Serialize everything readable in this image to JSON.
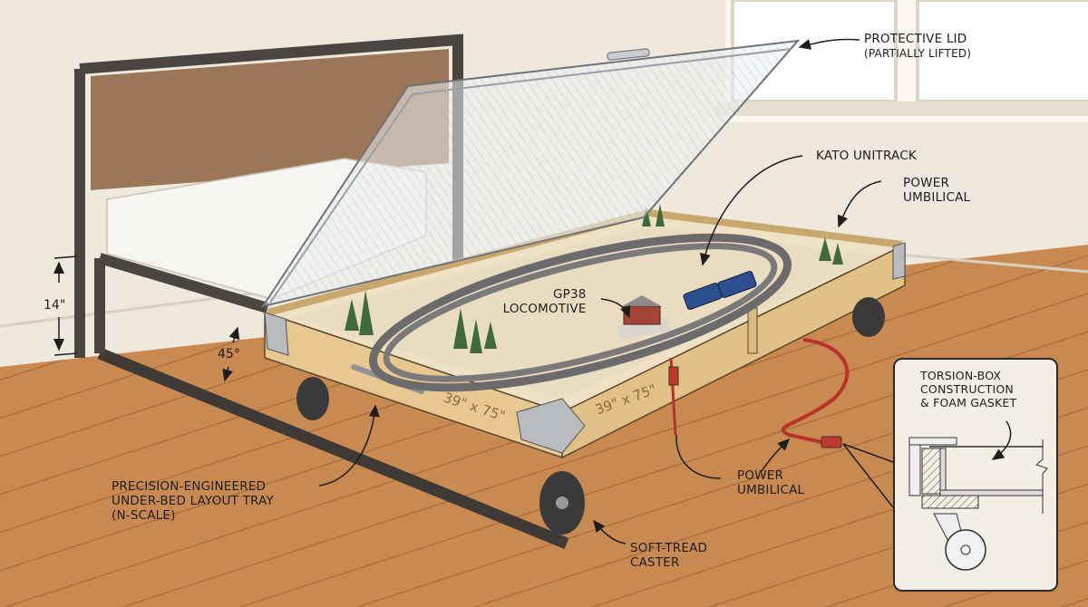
{
  "diagram": {
    "subject": "Under-bed model railroad layout tray",
    "colors": {
      "wall": "#efe8dc",
      "floor": "#c98a52",
      "wood_tray": "#e9cf9e",
      "bed_frame": "#4a4540",
      "track": "#6b6b6b",
      "locomotive": "#2c4f8f",
      "cable": "#b8322a",
      "tree": "#3f6b3a"
    },
    "callouts": {
      "protective_lid": {
        "line1": "PROTECTIVE LID",
        "line2": "(PARTIALLY LIFTED)"
      },
      "kato_unitrack": {
        "line1": "KATO UNITRACK"
      },
      "power_umbilical_top": {
        "line1": "POWER",
        "line2": "UMBILICAL"
      },
      "gp38_locomotive": {
        "line1": "GP38",
        "line2": "LOCOMOTIVE"
      },
      "layout_tray": {
        "line1": "PRECISION-ENGINEERED",
        "line2": "UNDER-BED LAYOUT TRAY",
        "line3": "(N-SCALE)"
      },
      "power_umbilical_bottom": {
        "line1": "POWER",
        "line2": "UMBILICAL"
      },
      "soft_tread_caster": {
        "line1": "SOFT-TREAD",
        "line2": "CASTER"
      },
      "inset_detail": {
        "line1": "TORSION-BOX",
        "line2": "CONSTRUCTION",
        "line3": "& FOAM GASKET"
      }
    },
    "dimensions": {
      "height": "14\"",
      "angle": "45°",
      "tray_size_front": "39\" x 75\"",
      "tray_size_side": "39\" x 75\""
    }
  }
}
